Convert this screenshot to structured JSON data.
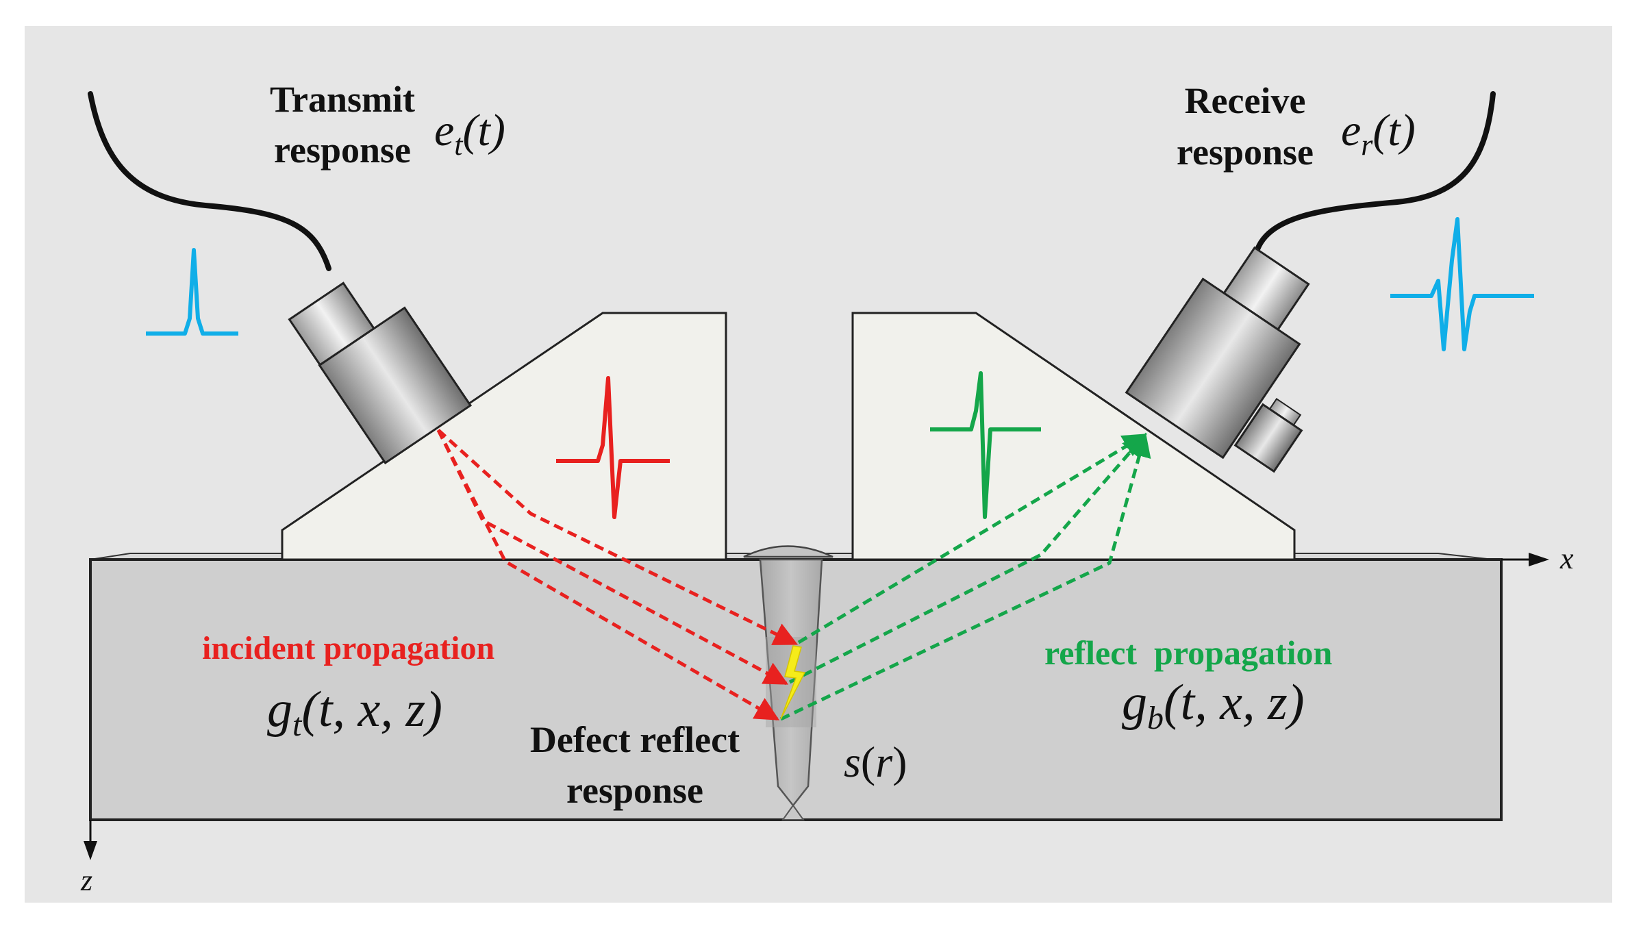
{
  "labels": {
    "transmit_line1": "Transmit",
    "transmit_line2": "response",
    "transmit_symbol": "e",
    "transmit_sub": "t",
    "transmit_arg": "(t)",
    "receive_line1": "Receive",
    "receive_line2": "response",
    "receive_symbol": "e",
    "receive_sub": "r",
    "receive_arg": "(t)",
    "incident": "incident propagation",
    "incident_symbol": "g",
    "incident_sub": "t",
    "incident_args": "(t, x, z)",
    "reflect": "reflect  propagation",
    "reflect_symbol": "g",
    "reflect_sub": "b",
    "reflect_args": "(t, x, z)",
    "defect_line1": "Defect reflect",
    "defect_line2": "response",
    "defect_symbol": "s",
    "defect_arg_open": "(",
    "defect_arg_var": "r",
    "defect_arg_close": ")",
    "axis_x": "x",
    "axis_z": "z"
  },
  "colors": {
    "background": "#e6e6e6",
    "specimen": "#cfcfcf",
    "wedge": "#f1f1ec",
    "incident": "#e8211f",
    "reflect": "#14a64a",
    "waveform_blue": "#10aee8",
    "defect": "#f5ec1a"
  },
  "icons": {
    "transmit_probe": "transducer-icon",
    "receive_probe": "transducer-icon",
    "defect": "crack-icon"
  }
}
